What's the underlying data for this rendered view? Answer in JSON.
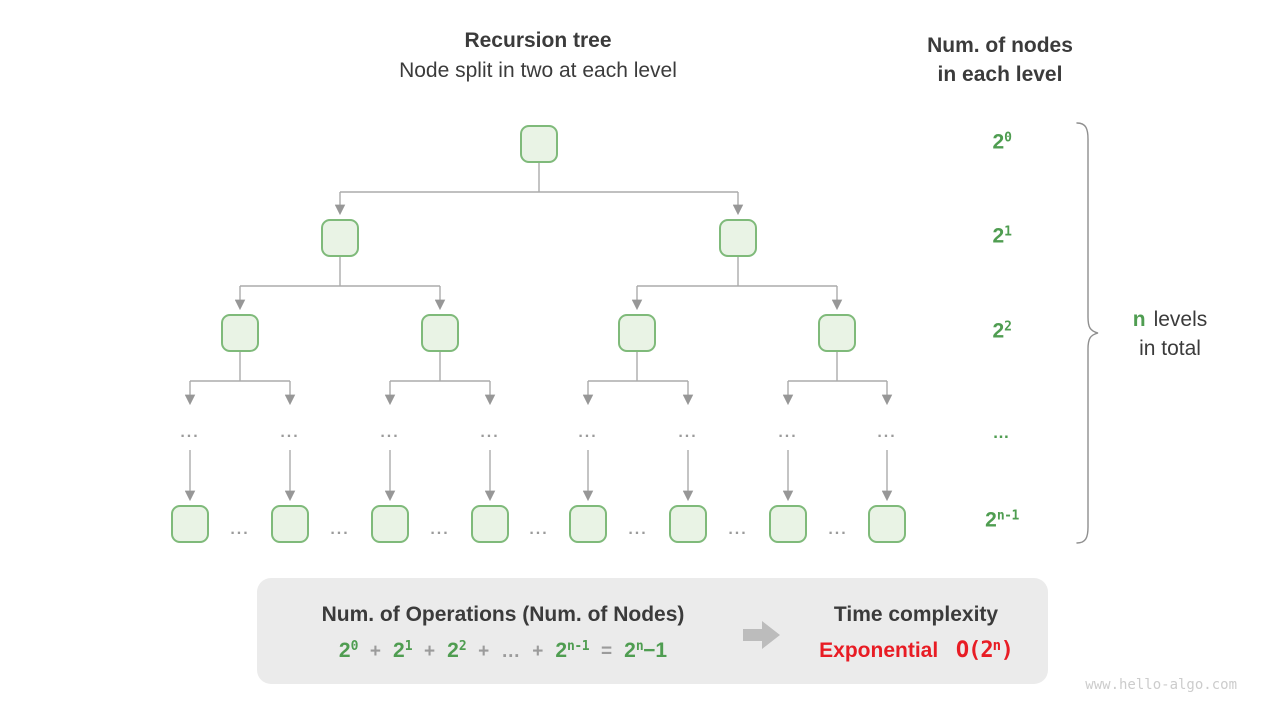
{
  "colors": {
    "green": "#4f9d51",
    "node_fill": "#e9f3e5",
    "node_border": "#7fba7a",
    "connector_gray": "#ababab",
    "text_dark": "#3b3b3b",
    "red": "#e81c24",
    "summary_box_bg": "#ebebeb",
    "watermark_gray": "#cccccc"
  },
  "header": {
    "title": "Recursion tree",
    "subtitle": "Node split in two at each level"
  },
  "right_header": {
    "line1": "Num. of nodes",
    "line2": "in each level"
  },
  "level_labels": [
    {
      "base": "2",
      "sup": "0"
    },
    {
      "base": "2",
      "sup": "1"
    },
    {
      "base": "2",
      "sup": "2"
    },
    {
      "base": "…",
      "sup": ""
    },
    {
      "base": "2",
      "sup": "n-1"
    }
  ],
  "brace_note": {
    "highlight": "n",
    "line1_rest": "levels",
    "line2": "in total"
  },
  "tree": {
    "ellipsis": "..."
  },
  "summary": {
    "left_title": "Num. of Operations (Num. of Nodes)",
    "formula_tokens": [
      {
        "t": "2",
        "sup": "0",
        "k": "g"
      },
      {
        "t": "+",
        "k": "x"
      },
      {
        "t": "2",
        "sup": "1",
        "k": "g"
      },
      {
        "t": "+",
        "k": "x"
      },
      {
        "t": "2",
        "sup": "2",
        "k": "g"
      },
      {
        "t": "+",
        "k": "x"
      },
      {
        "t": "…",
        "k": "x"
      },
      {
        "t": "+",
        "k": "x"
      },
      {
        "t": "2",
        "sup": "n-1",
        "k": "g"
      },
      {
        "t": "=",
        "k": "x"
      },
      {
        "t": "2",
        "sup": "n",
        "tail": "−1",
        "k": "g"
      }
    ],
    "right_title": "Time complexity",
    "complexity_word": "Exponential",
    "complexity_open": "O(2",
    "complexity_sup": "n",
    "complexity_close": ")"
  },
  "watermark": "www.hello-algo.com"
}
